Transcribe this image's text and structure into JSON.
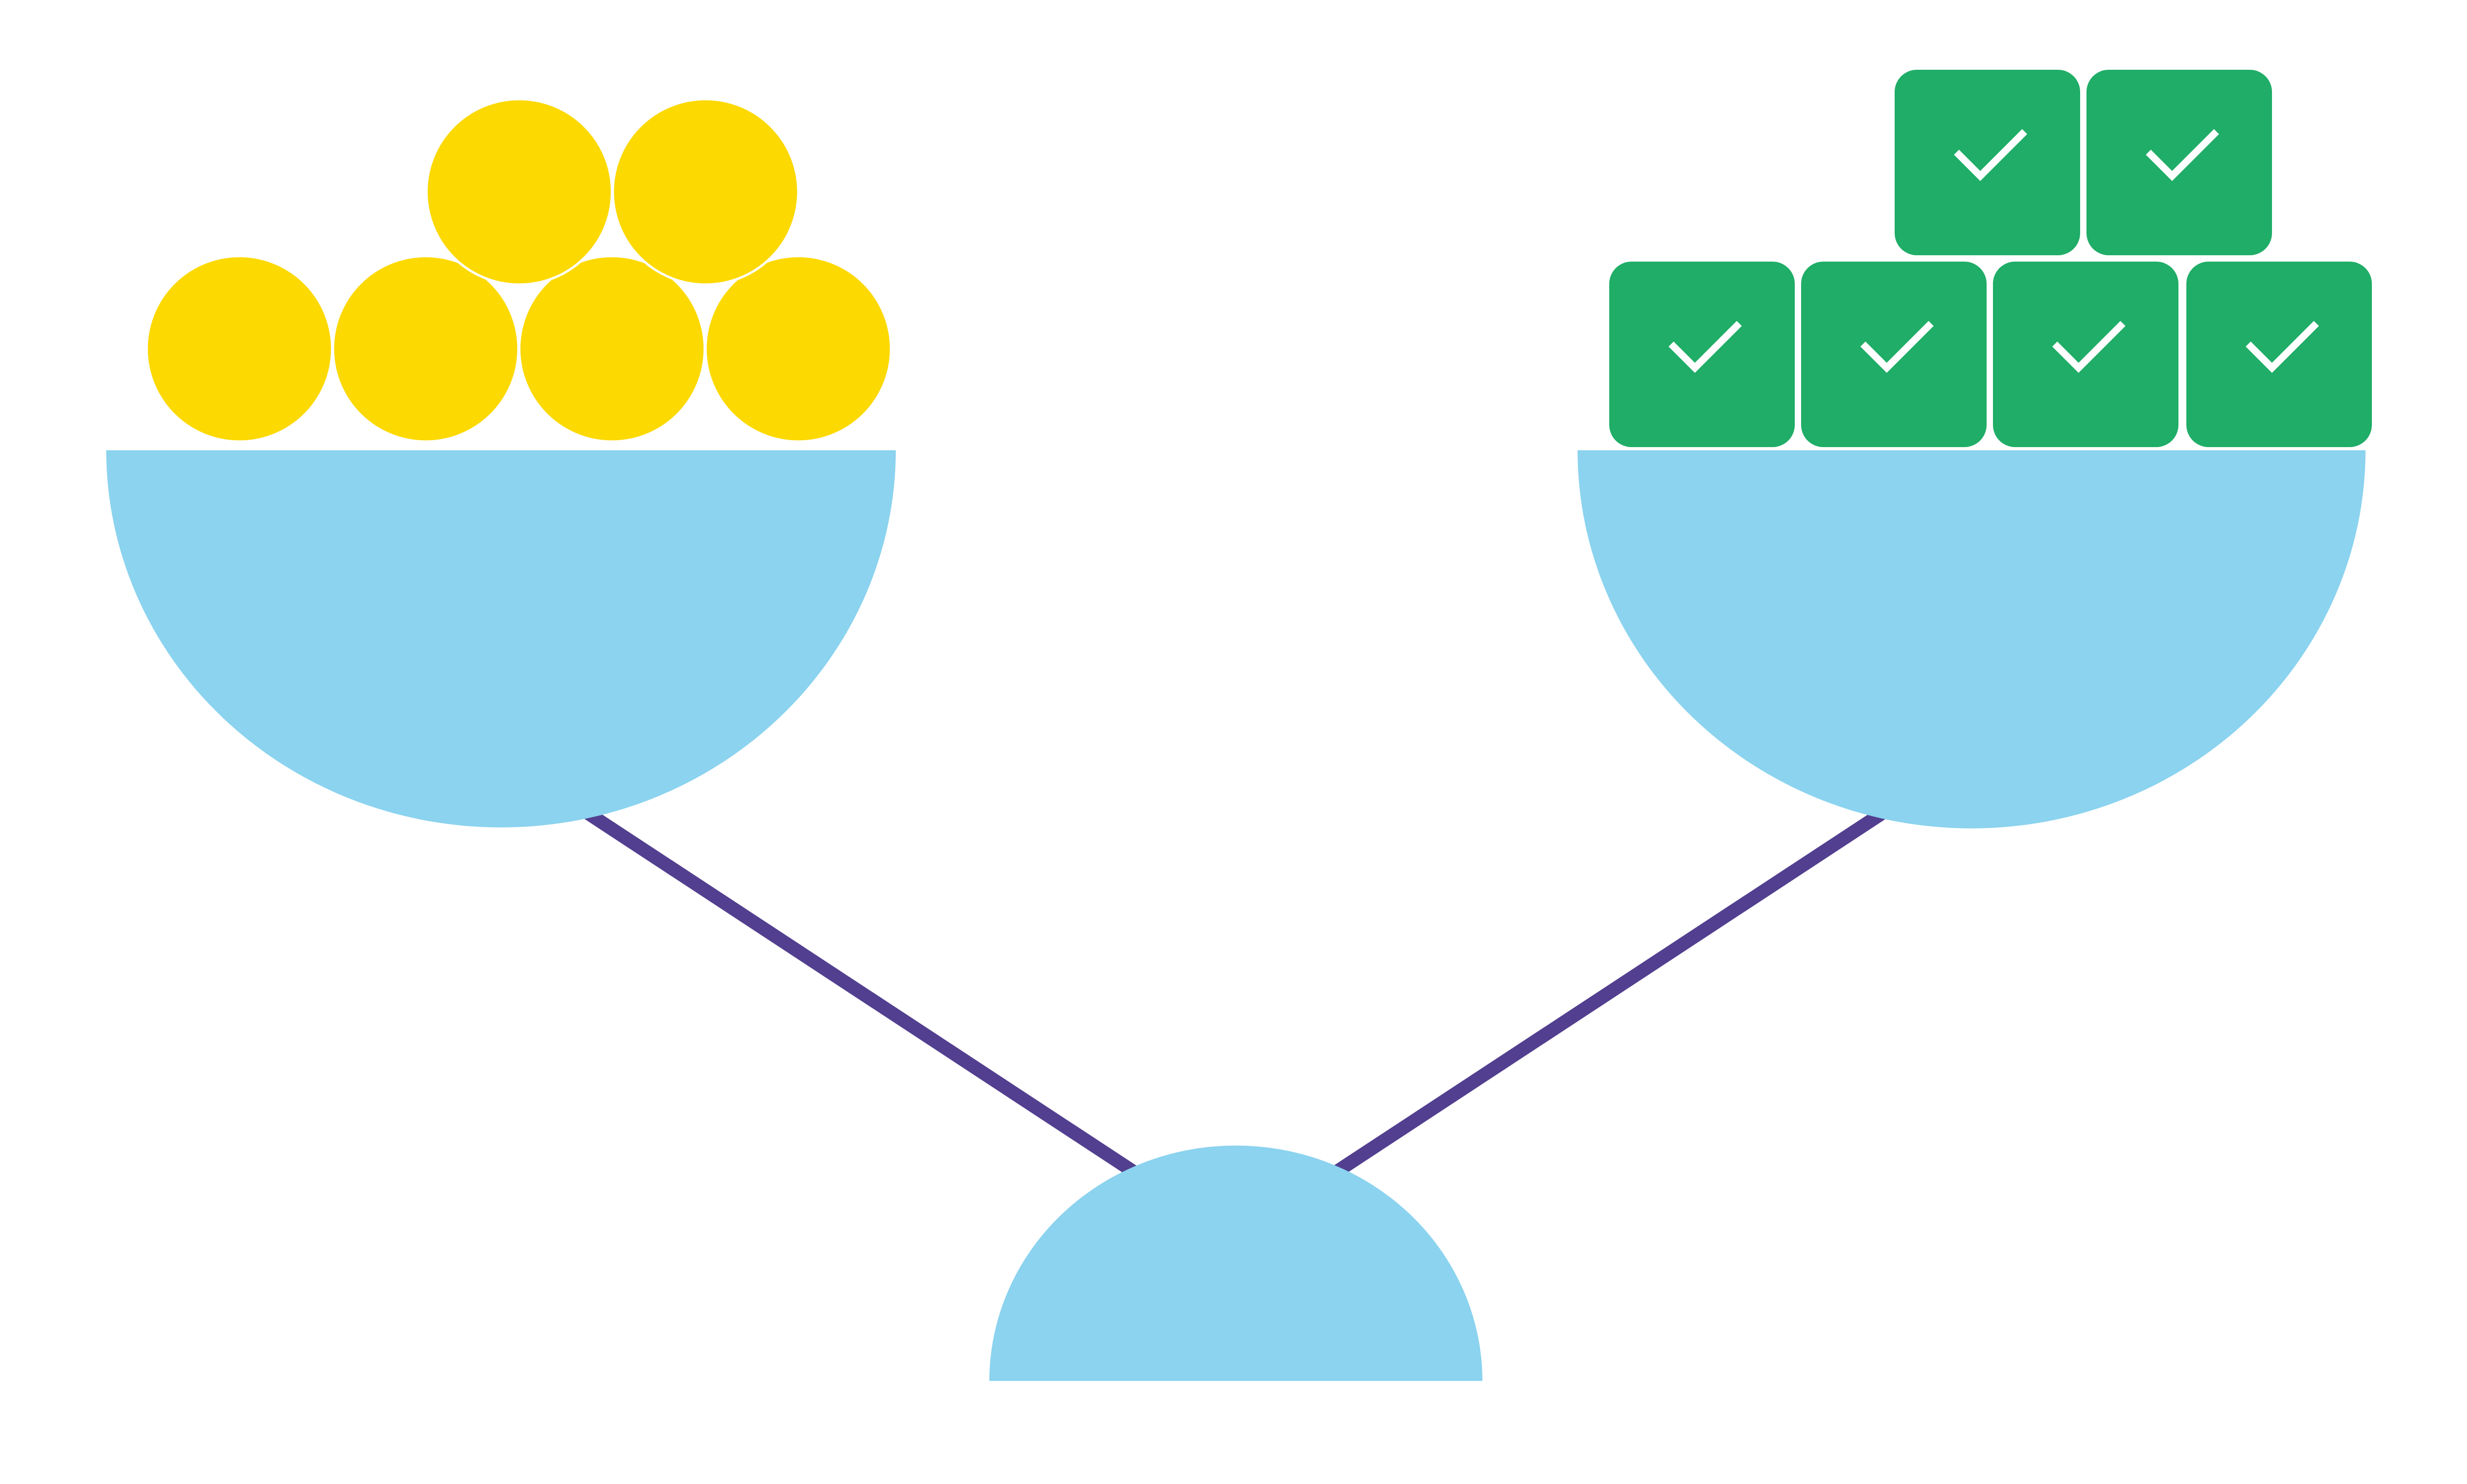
{
  "scale_diagram": {
    "left_pan": {
      "item_shape": "coin",
      "count": 6
    },
    "right_pan": {
      "item_shape": "checkbox",
      "count": 6,
      "icon": "check-icon"
    }
  },
  "colors": {
    "background": "#ffffff",
    "pan": "#8bd3ef",
    "beam": "#523f8f",
    "coin": "#fcd900",
    "checkbox": "#1fad67",
    "check_mark": "#ffffff"
  }
}
